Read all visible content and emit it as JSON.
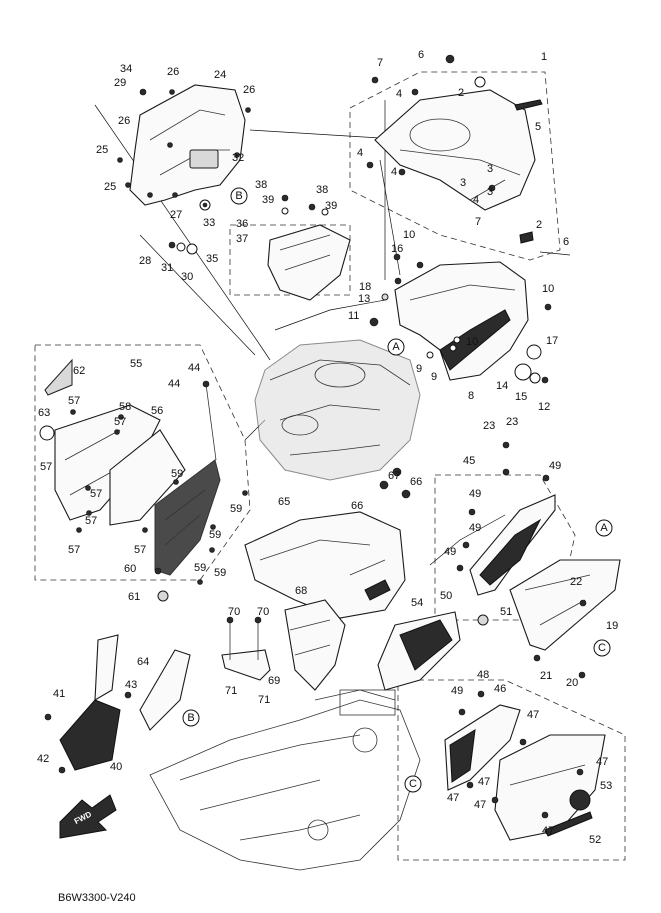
{
  "diagram": {
    "code": "B6W3300-V240",
    "fwd_label": "FWD",
    "ref_letters": [
      "A",
      "B",
      "C"
    ],
    "part_numbers": [
      "1",
      "2",
      "3",
      "4",
      "5",
      "6",
      "7",
      "8",
      "9",
      "10",
      "11",
      "12",
      "13",
      "14",
      "15",
      "16",
      "17",
      "18",
      "19",
      "20",
      "21",
      "22",
      "23",
      "24",
      "25",
      "26",
      "27",
      "28",
      "29",
      "30",
      "31",
      "32",
      "33",
      "34",
      "35",
      "36",
      "37",
      "38",
      "39",
      "40",
      "41",
      "42",
      "43",
      "44",
      "45",
      "46",
      "47",
      "48",
      "49",
      "50",
      "51",
      "52",
      "53",
      "54",
      "55",
      "56",
      "57",
      "58",
      "59",
      "60",
      "61",
      "62",
      "63",
      "64",
      "65",
      "66",
      "67",
      "68",
      "69",
      "70",
      "71"
    ]
  }
}
